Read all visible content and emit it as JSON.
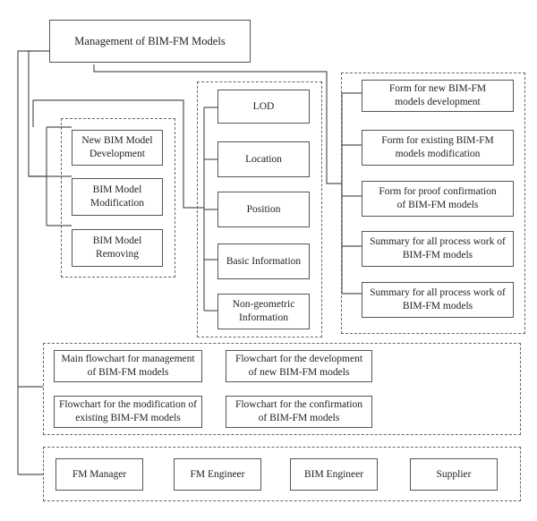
{
  "root": {
    "label": "Management of BIM-FM Models"
  },
  "processes": [
    {
      "label": "New BIM Model\nDevelopment"
    },
    {
      "label": "BIM Model\nModification"
    },
    {
      "label": "BIM Model\nRemoving"
    }
  ],
  "attributes": [
    {
      "label": "LOD"
    },
    {
      "label": "Location"
    },
    {
      "label": "Position"
    },
    {
      "label": "Basic Information"
    },
    {
      "label": "Non-geometric\nInformation"
    }
  ],
  "forms": [
    {
      "label": "Form for new BIM-FM\nmodels development"
    },
    {
      "label": "Form for existing BIM-FM\nmodels modification"
    },
    {
      "label": "Form for proof confirmation\nof BIM-FM models"
    },
    {
      "label": "Summary for all process work of\nBIM-FM models"
    },
    {
      "label": "Summary for all process work of\nBIM-FM models"
    }
  ],
  "flowcharts": [
    {
      "label": "Main flowchart for management\nof BIM-FM models"
    },
    {
      "label": "Flowchart for the development\nof new BIM-FM models"
    },
    {
      "label": "Flowchart for the modification of\nexisting BIM-FM models"
    },
    {
      "label": "Flowchart for the confirmation\nof BIM-FM models"
    }
  ],
  "roles": [
    {
      "label": "FM Manager"
    },
    {
      "label": "FM Engineer"
    },
    {
      "label": "BIM Engineer"
    },
    {
      "label": "Supplier"
    }
  ]
}
